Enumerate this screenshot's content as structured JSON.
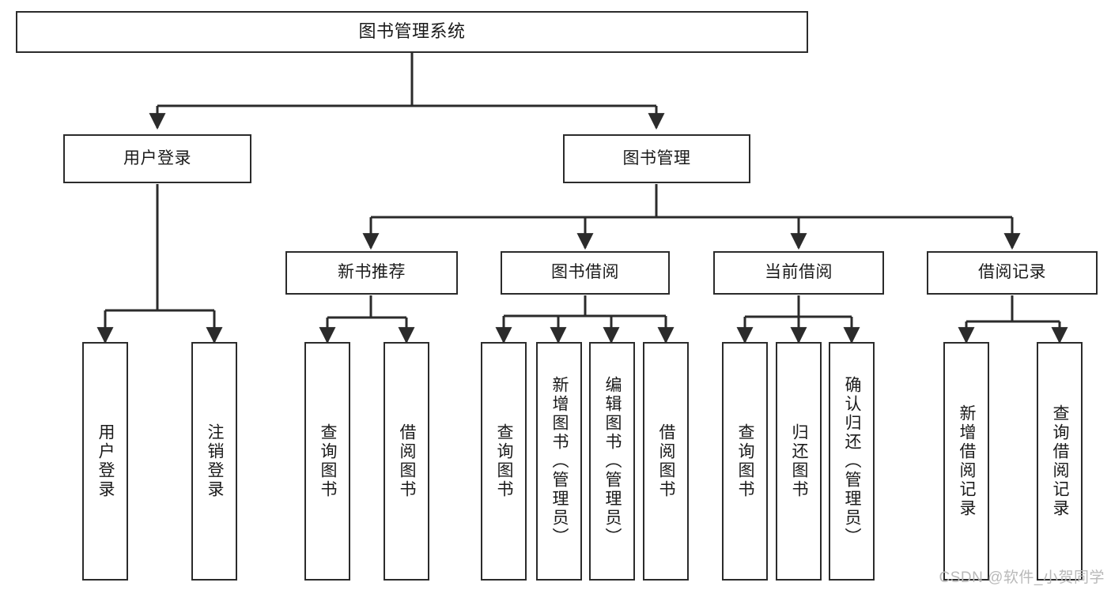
{
  "diagram": {
    "title": "图书管理系统",
    "watermark": "CSDN @软件_小贺同学",
    "colors": {
      "background": "#ffffff",
      "box_border": "#2b2b2b",
      "box_fill": "#ffffff",
      "edge": "#2b2b2b",
      "text": "#1a1a1a",
      "watermark": "#b9b9b9"
    },
    "nodes": {
      "root": {
        "label": "图书管理系统"
      },
      "level2": [
        {
          "id": "user-login",
          "label": "用户登录"
        },
        {
          "id": "book-manage",
          "label": "图书管理"
        }
      ],
      "level3": [
        {
          "id": "new-book-recommend",
          "label": "新书推荐"
        },
        {
          "id": "book-borrow",
          "label": "图书借阅"
        },
        {
          "id": "current-borrow",
          "label": "当前借阅"
        },
        {
          "id": "borrow-record",
          "label": "借阅记录"
        }
      ],
      "leaves": [
        {
          "id": "leaf-user-login",
          "label": "用户登录",
          "parent": "user-login"
        },
        {
          "id": "leaf-logout",
          "label": "注销登录",
          "parent": "user-login"
        },
        {
          "id": "leaf-query-book-1",
          "label": "查询图书",
          "parent": "new-book-recommend"
        },
        {
          "id": "leaf-borrow-book-1",
          "label": "借阅图书",
          "parent": "new-book-recommend"
        },
        {
          "id": "leaf-query-book-2",
          "label": "查询图书",
          "parent": "book-borrow"
        },
        {
          "id": "leaf-add-book",
          "label": "新增图书（管理员）",
          "parent": "book-borrow"
        },
        {
          "id": "leaf-edit-book",
          "label": "编辑图书（管理员）",
          "parent": "book-borrow"
        },
        {
          "id": "leaf-borrow-book-2",
          "label": "借阅图书",
          "parent": "book-borrow"
        },
        {
          "id": "leaf-query-book-3",
          "label": "查询图书",
          "parent": "current-borrow"
        },
        {
          "id": "leaf-return-book",
          "label": "归还图书",
          "parent": "current-borrow"
        },
        {
          "id": "leaf-confirm-return",
          "label": "确认归还（管理员）",
          "parent": "current-borrow"
        },
        {
          "id": "leaf-add-record",
          "label": "新增借阅记录",
          "parent": "borrow-record"
        },
        {
          "id": "leaf-query-record",
          "label": "查询借阅记录",
          "parent": "borrow-record"
        }
      ]
    }
  }
}
